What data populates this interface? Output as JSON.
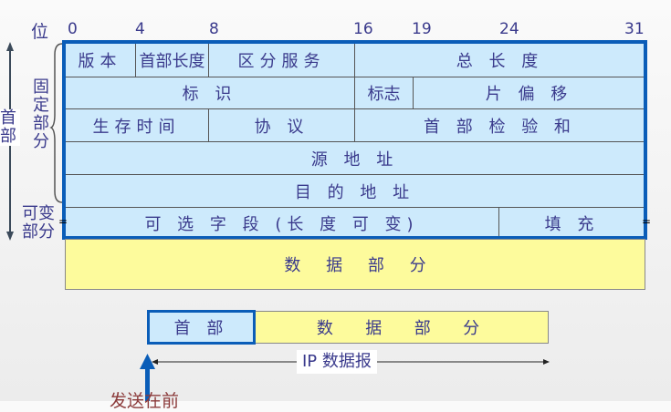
{
  "bit_label": "位",
  "bits": [
    "0",
    "4",
    "8",
    "16",
    "19",
    "24",
    "31"
  ],
  "side": {
    "header": "首部",
    "fixed": "固定部分",
    "variable": "可变部分"
  },
  "fields": {
    "version": "版本",
    "ihl": "首部长度",
    "ds": "区分服务",
    "total_length": "总 长 度",
    "identification": "标 识",
    "flags": "标志",
    "fragment_offset": "片 偏 移",
    "ttl": "生存时间",
    "protocol": "协 议",
    "checksum": "首 部 检 验 和",
    "src": "源 地 址",
    "dst": "目 的 地 址",
    "options": "可 选 字 段 (长 度 可 变)",
    "padding": "填 充",
    "data": "数 据 部 分"
  },
  "datagram": {
    "header": "首 部",
    "data": "数  据  部  分",
    "label": "IP 数据报",
    "sent_first": "发送在前"
  },
  "colors": {
    "header_fill": "#cdeafc",
    "data_fill": "#fdfb9c",
    "outline": "#0a5db8"
  }
}
